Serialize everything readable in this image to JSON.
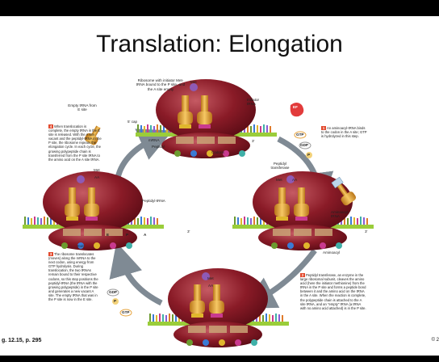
{
  "title": "Translation: Elongation",
  "figure_ref": "g. 12.15, p. 295",
  "copyright": "© 2",
  "labels": {
    "ribosome_note": "Ribosome with initiator Met-tRNA bound to the P site, and the A site empty",
    "met": "Met",
    "initiator_trna": "Initiator tRNA",
    "empty_trna": "Empty tRNA from E site",
    "five_cap": "5' cap",
    "mrna": "mRNA",
    "peptidyl": "Peptidyl",
    "codons": "Codons",
    "three_prime": "3'",
    "gtp": "GTP",
    "gdp": "GDP",
    "p": "P",
    "peptidyl_transferase": "Peptidyl transferase",
    "aa": "AA",
    "peptidyl_trna": "Peptidyl-tRNA",
    "aminoacyl_trna": "Aminoacyl-tRNA",
    "aminoacyl": "Aminoacyl",
    "exit": "Exit",
    "site_e": "E",
    "site_p": "P",
    "site_a": "A",
    "ef": "EF"
  },
  "steps": {
    "step1": "An aminoacyl-tRNA binds to the codon in the A site; GTP is hydrolyzed in this step.",
    "step2": "Peptidyl transferase, an enzyme in the large ribosomal subunit, cleaves the amino acid (here the initiator methionine) from the tRNA in the P site and forms a peptide bond between it and the amino acid on the tRNA in the A site. When the reaction is complete, the polypeptide chain is attached to the A site tRNA, and an \"empty\" tRNA (a tRNA with no amino acid attached) is in the P site.",
    "step3": "The ribosome translocates (moves) along the mRNA to the next codon, using energy from GTP hydrolysis. During translocation, the two tRNAs remain bound to their respective codons, so this step positions the peptidyl-tRNA (the tRNA with the growing polypeptide) in the P site and generates a new vacant A site. The empty tRNA that was in the P site is now in the E site.",
    "step4": "When translocation is complete, the empty tRNA in the E site is released. With the A site vacant and the peptidyl-tRNA in the P site, the ribosome repeats the elongation cycle. In each cycle, the growing polypeptide chain is transferred from the P site tRNA to the amino acid on the A site tRNA."
  },
  "step_numbers": [
    "1",
    "2",
    "3",
    "4"
  ],
  "colors": {
    "ribosome": "#7a1420",
    "ribosome_light": "#b3434c",
    "trna": "#e8a53a",
    "mrna": "#9acd3a",
    "arrow": "#7f8a94",
    "step_badge": "#e24a2e"
  }
}
